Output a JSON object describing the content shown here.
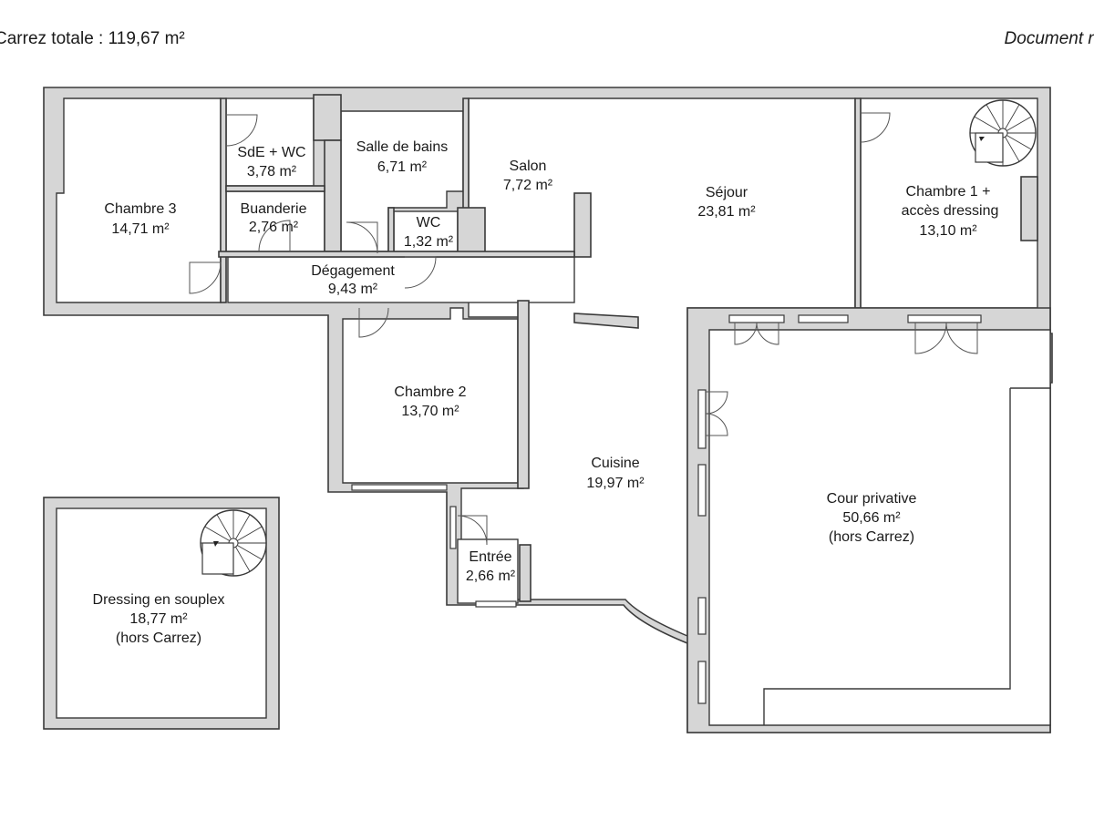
{
  "header": {
    "left": "Carrez totale : 119,67 m²",
    "right": "Document n"
  },
  "rooms": {
    "chambre3": {
      "name": "Chambre 3",
      "area": "14,71 m²"
    },
    "sde_wc": {
      "name": "SdE + WC",
      "area": "3,78 m²"
    },
    "buanderie": {
      "name": "Buanderie",
      "area": "2,76 m²"
    },
    "salle_de_bains": {
      "name": "Salle de bains",
      "area": "6,71 m²"
    },
    "wc": {
      "name": "WC",
      "area": "1,32 m²"
    },
    "salon": {
      "name": "Salon",
      "area": "7,72 m²"
    },
    "sejour": {
      "name": "Séjour",
      "area": "23,81 m²"
    },
    "chambre1": {
      "name_line1": "Chambre 1 +",
      "name_line2": "accès dressing",
      "area": "13,10 m²"
    },
    "degagement": {
      "name": "Dégagement",
      "area": "9,43 m²"
    },
    "chambre2": {
      "name": "Chambre 2",
      "area": "13,70 m²"
    },
    "cuisine": {
      "name": "Cuisine",
      "area": "19,97 m²"
    },
    "entree": {
      "name": "Entrée",
      "area": "2,66 m²"
    },
    "cour": {
      "name": "Cour privative",
      "area": "50,66 m²",
      "note": "(hors Carrez)"
    },
    "dressing": {
      "name": "Dressing en souplex",
      "area": "18,77 m²",
      "note": "(hors Carrez)"
    }
  },
  "icons": [
    "spiral-staircase-icon",
    "door-icon",
    "window-icon"
  ],
  "colors": {
    "wall_fill": "#d6d6d6",
    "wall_stroke": "#3a3a3a",
    "floor": "#ffffff"
  }
}
